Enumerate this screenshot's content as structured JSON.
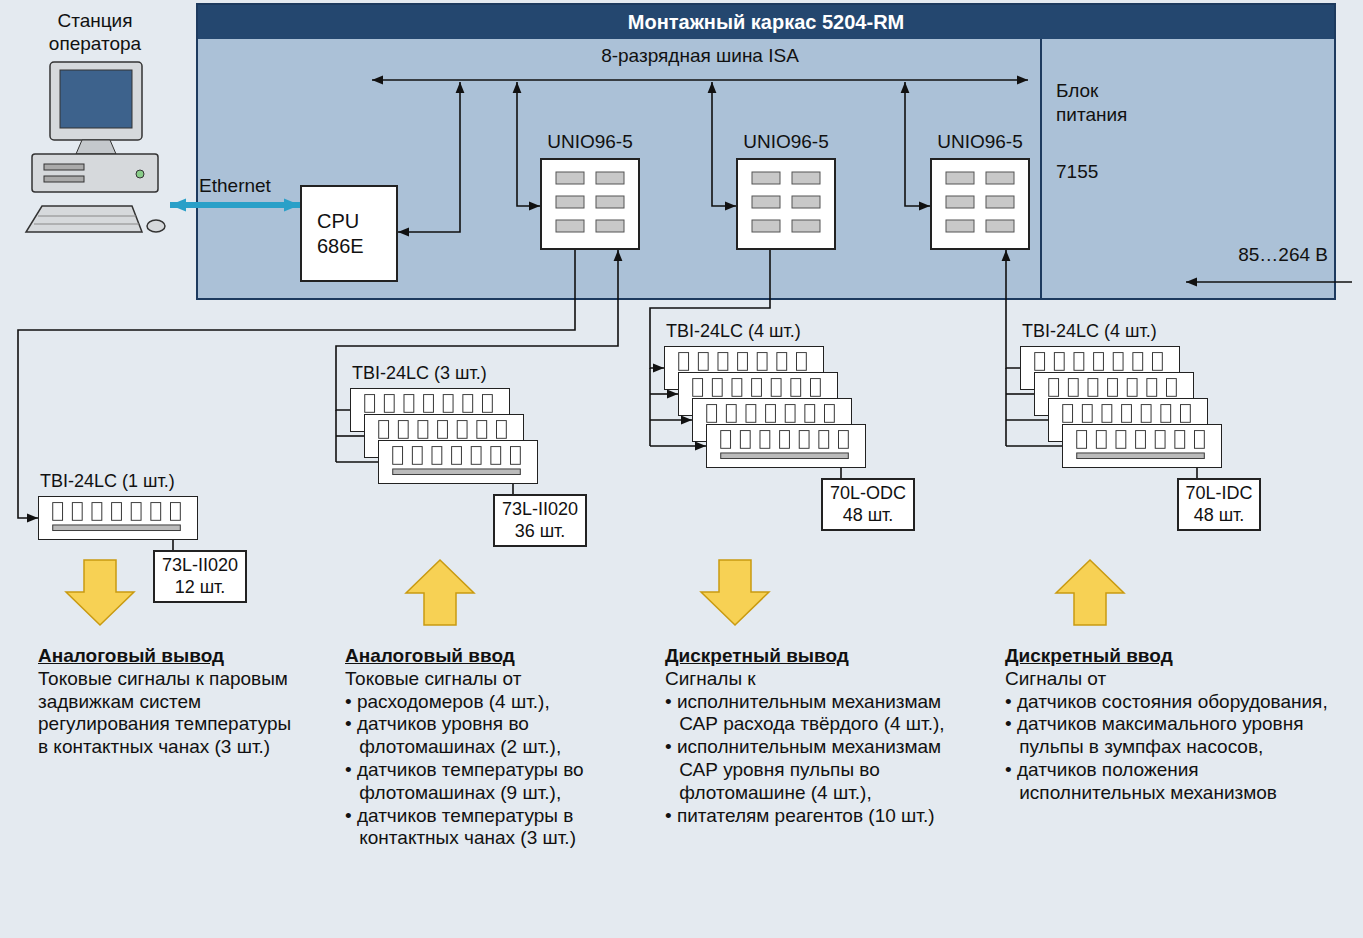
{
  "diagram": {
    "nodes": [
      {
        "text": [
          "Станция оператора"
        ]
      },
      {
        "text": [
          "Монтажный каркас 5204-RM"
        ]
      },
      {
        "text": [
          "CPU 686E"
        ],
        "in": 1
      },
      {
        "text": [
          "UNIO96-5"
        ],
        "in": 1
      },
      {
        "text": [
          "UNIO96-5"
        ],
        "in": 1
      },
      {
        "text": [
          "UNIO96-5"
        ],
        "in": 1
      },
      {
        "text": [
          "Блок питания",
          "7155"
        ],
        "in": 1
      },
      {
        "text": [
          "TBI-24LC (1 шт.)"
        ]
      },
      {
        "text": [
          "73L-II020 12 шт."
        ]
      },
      {
        "text": [
          "TBI-24LC (3 шт.)"
        ]
      },
      {
        "text": [
          "73L-II020 36 шт."
        ]
      },
      {
        "text": [
          "TBI-24LC (4 шт.)"
        ]
      },
      {
        "text": [
          "70L-ODC 48 шт."
        ]
      },
      {
        "text": [
          "TBI-24LC (4 шт.)"
        ]
      },
      {
        "text": [
          "70L-IDC 48 шт."
        ]
      }
    ],
    "edges": [
      {
        "from": 0,
        "to": 2,
        "arrow": "both",
        "label": "Ethernet"
      },
      {
        "from": 3,
        "to": 7,
        "arrow": "to"
      },
      {
        "from": 9,
        "to": 3,
        "arrow": "to"
      },
      {
        "from": 4,
        "to": 11,
        "arrow": "to"
      },
      {
        "from": 13,
        "to": 5,
        "arrow": "to"
      },
      {
        "from": 8,
        "to": 7,
        "arrow": "none"
      },
      {
        "from": 10,
        "to": 9,
        "arrow": "none"
      },
      {
        "from": 12,
        "to": 11,
        "arrow": "none"
      },
      {
        "from": 14,
        "to": 13,
        "arrow": "none"
      }
    ],
    "labels": [
      "8-разрядная шина ISA",
      "85…264 В",
      "Аналоговый вывод",
      "Токовые сигналы к паровым задвижкам систем регулирования температуры в контактных чанах (3 шт.)",
      "Аналоговый ввод",
      "Токовые сигналы от",
      "• расходомеров (4 шт.),",
      "• датчиков уровня во флотомашинах (2 шт.),",
      "• датчиков температуры во флотомашинах (9 шт.),",
      "• датчиков температуры в контактных чанах (3 шт.)",
      "Дискретный вывод",
      "Сигналы к",
      "• исполнительным механизмам САР расхода твёрдого (4 шт.),",
      "• исполнительным механизмам САР уровня пульпы во флотомашине (4 шт.),",
      "• питателям реагентов (10 шт.)",
      "Дискретный ввод",
      "Сигналы от",
      "• датчиков состояния оборудования,",
      "• датчиков максимального уровня пульпы в зумпфах насосов,",
      "• датчиков положения исполнительных механизмов"
    ]
  }
}
